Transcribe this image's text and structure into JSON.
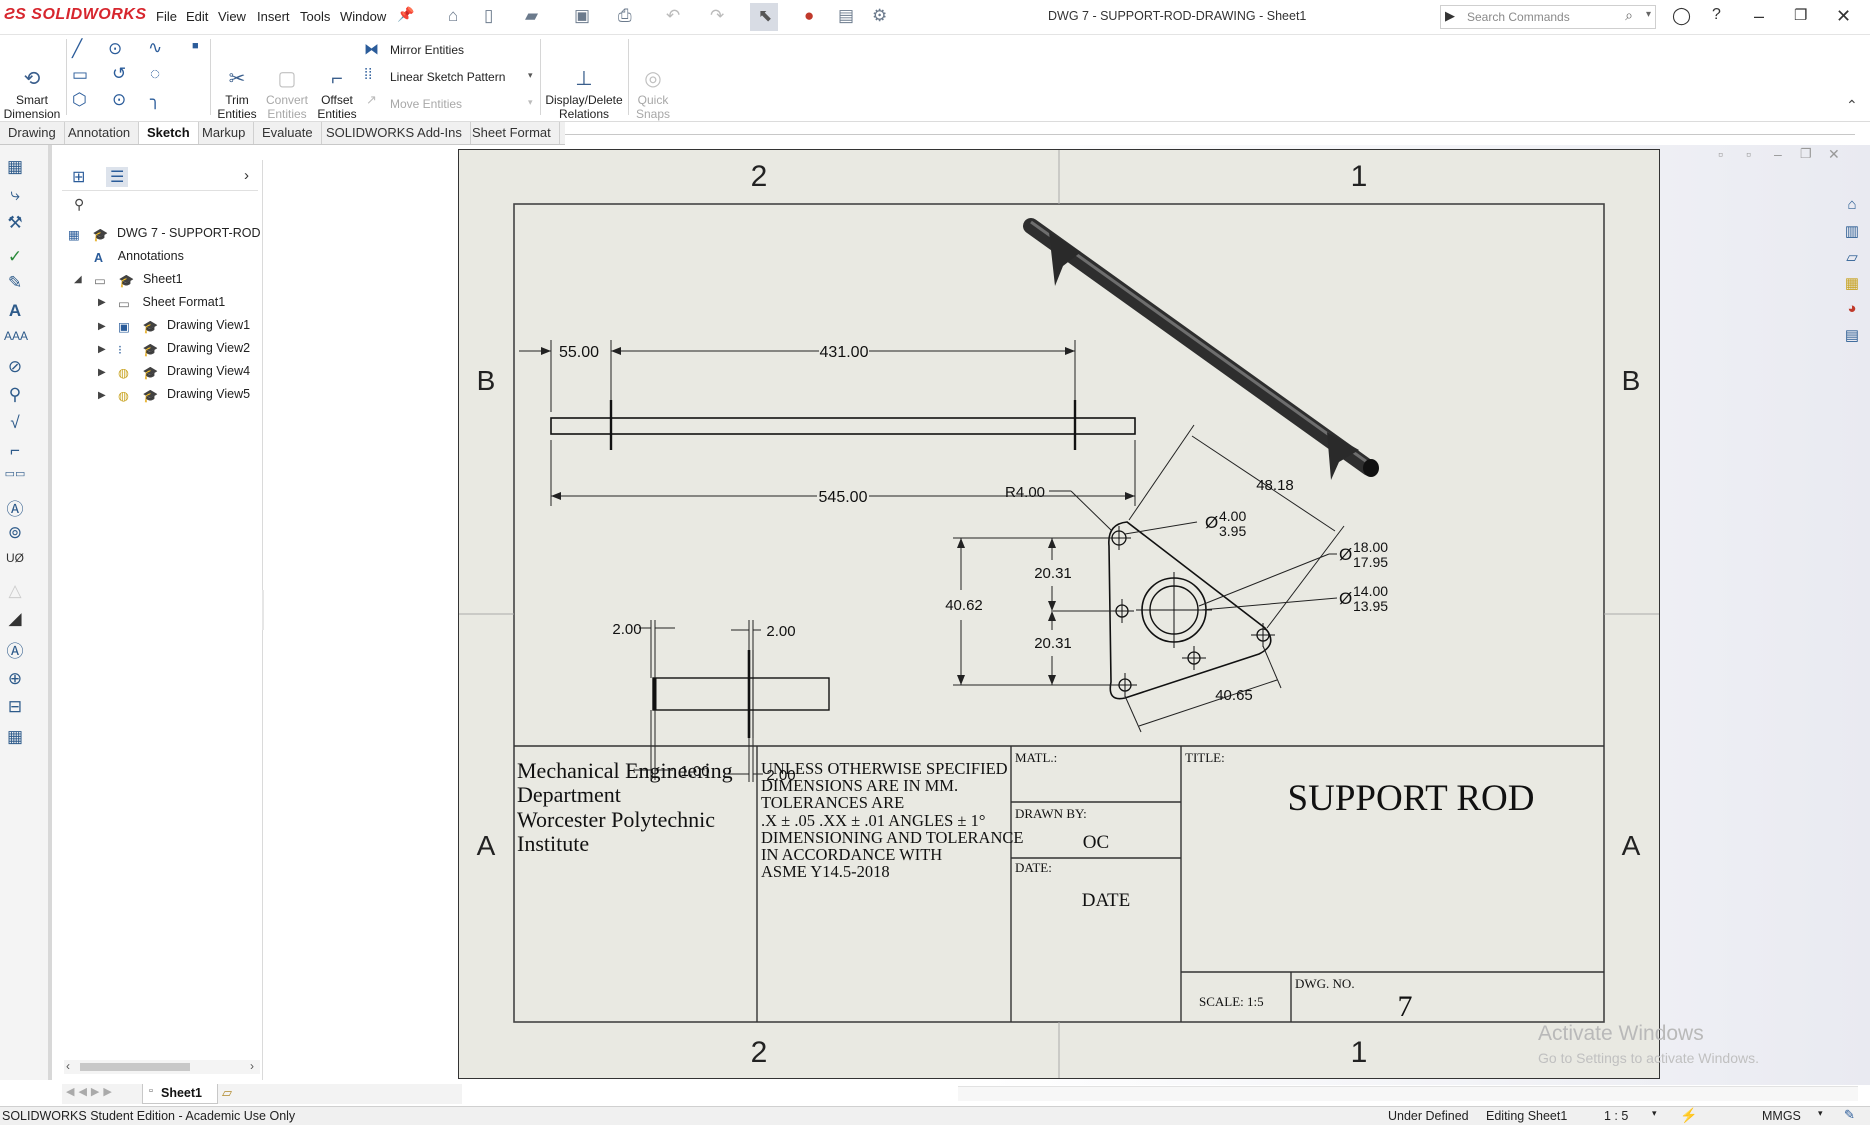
{
  "app": {
    "brand": "SOLIDWORKS",
    "window_title": "DWG 7 - SUPPORT-ROD-DRAWING - Sheet1"
  },
  "menu": [
    "File",
    "Edit",
    "View",
    "Insert",
    "Tools",
    "Window"
  ],
  "search": {
    "placeholder": "Search Commands"
  },
  "ribbon": {
    "smart_dimension": "Smart\nDimension",
    "trim": "Trim\nEntities",
    "convert": "Convert\nEntities",
    "offset": "Offset\nEntities",
    "mirror": "Mirror Entities",
    "linear_pattern": "Linear Sketch Pattern",
    "move": "Move Entities",
    "display_delete": "Display/Delete\nRelations",
    "quick_snaps": "Quick\nSnaps"
  },
  "tabs": [
    "Drawing",
    "Annotation",
    "Sketch",
    "Markup",
    "Evaluate",
    "SOLIDWORKS Add-Ins",
    "Sheet Format"
  ],
  "active_tab": "Sketch",
  "tree": {
    "root": "DWG 7 - SUPPORT-ROD",
    "annotations": "Annotations",
    "sheet": "Sheet1",
    "items": [
      "Sheet Format1",
      "Drawing View1",
      "Drawing View2",
      "Drawing View4",
      "Drawing View5"
    ]
  },
  "drawing": {
    "zone_top_left": "2",
    "zone_top_right": "1",
    "zone_bottom_left": "2",
    "zone_bottom_right": "1",
    "zone_row_upper_left": "B",
    "zone_row_upper_right": "B",
    "zone_row_lower_left": "A",
    "zone_row_lower_right": "A",
    "dims": {
      "d55": "55.00",
      "d431": "431.00",
      "d545": "545.00",
      "side_2a": "2.00",
      "side_2b": "2.00",
      "side_1": "1.00",
      "side_2c": "2.00",
      "r4": "R4.00",
      "d4818": "48.18",
      "dia4_hi": "4.00",
      "dia4_lo": "3.95",
      "dia18_hi": "18.00",
      "dia18_lo": "17.95",
      "dia14_hi": "14.00",
      "dia14_lo": "13.95",
      "d4062": "40.62",
      "d2031a": "20.31",
      "d2031b": "20.31",
      "d4065": "40.65",
      "dia_symbol": "Ø"
    },
    "title_block": {
      "org_line1": "Mechanical Engineering",
      "org_line2": "Department",
      "org_line3": "Worcester Polytechnic",
      "org_line4": "Institute",
      "notes": [
        "UNLESS OTHERWISE SPECIFIED",
        "DIMENSIONS ARE IN MM.",
        "TOLERANCES ARE",
        ".X ± .05 .XX ± .01 ANGLES ± 1°",
        "DIMENSIONING AND TOLERANCE",
        "IN ACCORDANCE WITH",
        "ASME Y14.5-2018"
      ],
      "matl_label": "MATL.:",
      "drawn_by_label": "DRAWN BY:",
      "drawn_by": "OC",
      "date_label": "DATE:",
      "date": "DATE",
      "title_label": "TITLE:",
      "title": "SUPPORT ROD",
      "scale": "SCALE: 1:5",
      "dwg_no_label": "DWG. NO.",
      "dwg_no": "7"
    }
  },
  "sheet_tab": "Sheet1",
  "watermark": {
    "line1": "Activate Windows",
    "line2": "Go to Settings to activate Windows."
  },
  "status": {
    "left": "SOLIDWORKS Student Edition - Academic Use Only",
    "under_defined": "Under Defined",
    "editing": "Editing Sheet1",
    "scale": "1 : 5",
    "units": "MMGS"
  },
  "colors": {
    "brand": "#d7262e",
    "sheet_bg": "#e9e9e2",
    "icon_blue": "#2b5c9a"
  }
}
